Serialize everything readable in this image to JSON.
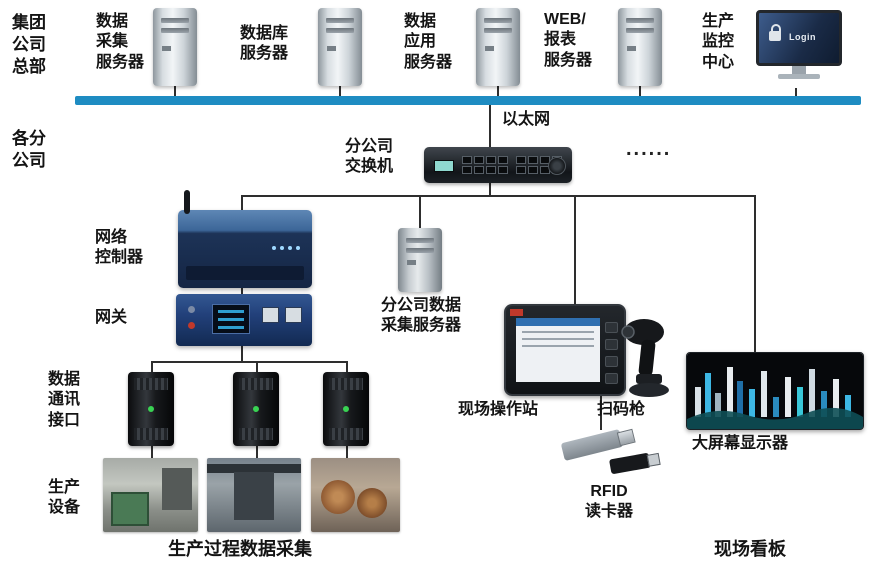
{
  "colors": {
    "ethernet_blue": "#1e8cc2",
    "connector_line": "#2e2e2e",
    "accent_red": "#c0392b"
  },
  "hq": {
    "label": "集团\n公司\n总部"
  },
  "branch": {
    "label": "各分\n公司"
  },
  "servers": [
    {
      "label": "数据\n采集\n服务器"
    },
    {
      "label": "数据库\n服务器"
    },
    {
      "label": "数据\n应用\n服务器"
    },
    {
      "label": "WEB/\n报表\n服务器"
    }
  ],
  "monitor": {
    "label": "生产\n监控\n中心",
    "login_text": "Login"
  },
  "ethernet": {
    "label": "以太网"
  },
  "switch": {
    "label": "分公司\n交换机",
    "ellipsis": "......"
  },
  "controller": {
    "label": "网络\n控制器"
  },
  "gateway": {
    "label": "网关"
  },
  "branch_server": {
    "label": "分公司数据\n采集服务器"
  },
  "comm_interface": {
    "label": "数据\n通讯\n接口"
  },
  "equipment": {
    "label": "生产\n设备"
  },
  "station": {
    "label": "现场操作站"
  },
  "scanner": {
    "label": "扫码枪"
  },
  "rfid": {
    "label": "RFID\n读卡器"
  },
  "bigscreen": {
    "label": "大屏幕显示器"
  },
  "footer": {
    "process_label": "生产过程数据采集",
    "kanban_label": "现场看板"
  }
}
